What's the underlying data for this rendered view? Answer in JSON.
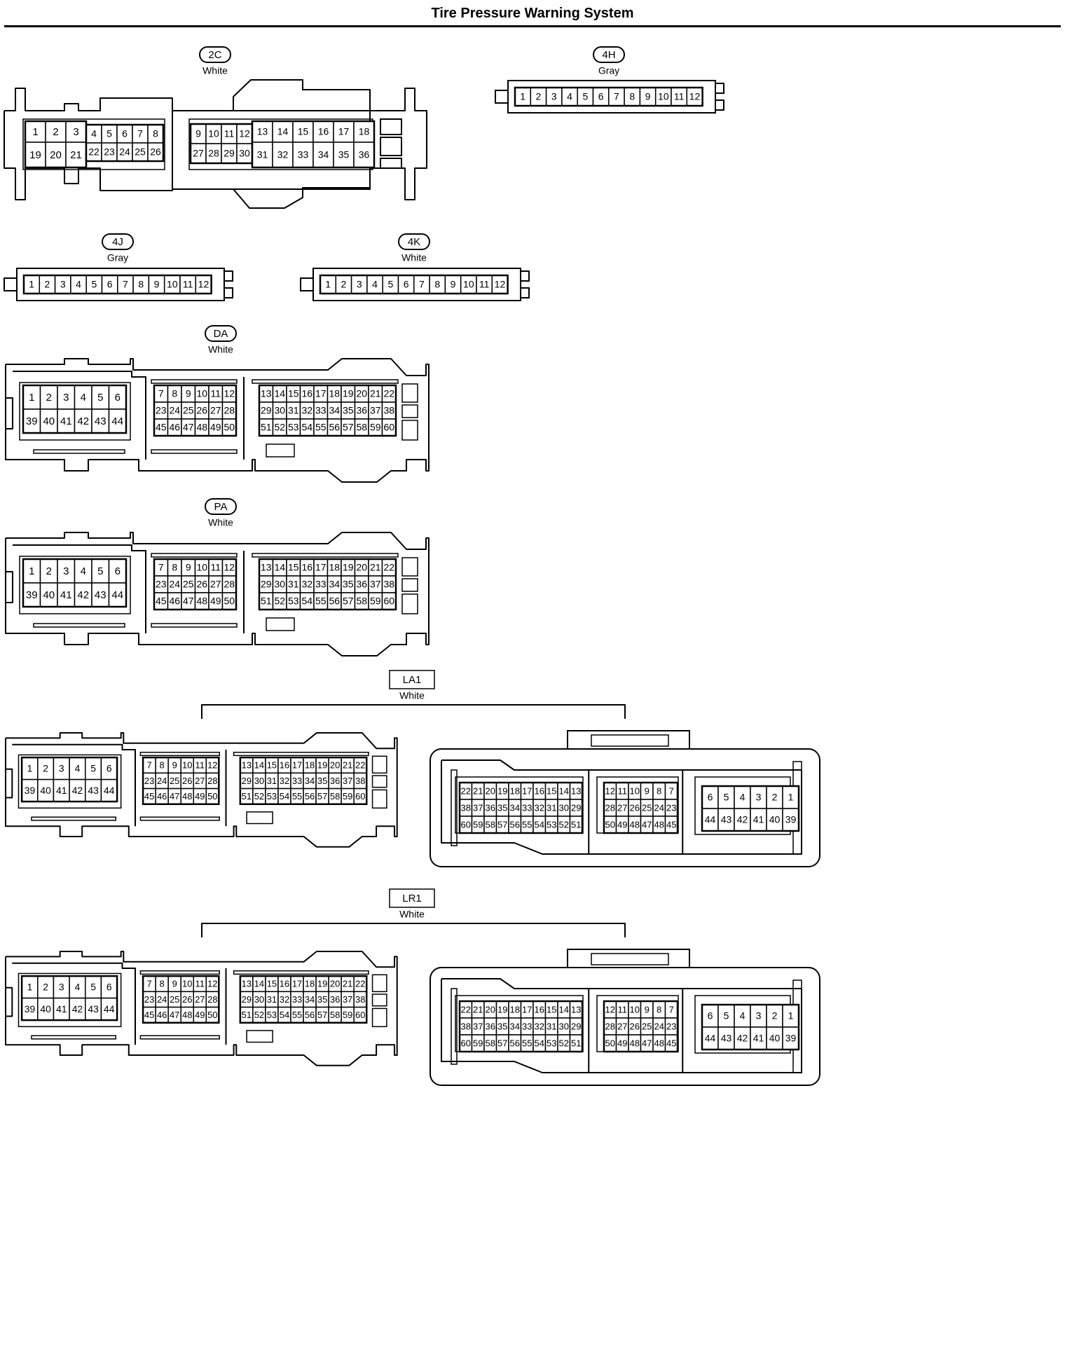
{
  "page": {
    "title": "Tire Pressure Warning System"
  },
  "connectors": [
    {
      "id": "2C",
      "tag_style": "oval",
      "color": "White",
      "groups": [
        {
          "rows": [
            [
              "1",
              "2",
              "3"
            ],
            [
              "19",
              "20",
              "21"
            ]
          ]
        },
        {
          "rows": [
            [
              "4",
              "5",
              "6",
              "7",
              "8"
            ],
            [
              "22",
              "23",
              "24",
              "25",
              "26"
            ]
          ]
        },
        {
          "rows": [
            [
              "9",
              "10",
              "11",
              "12"
            ],
            [
              "27",
              "28",
              "29",
              "30"
            ]
          ]
        },
        {
          "rows": [
            [
              "13",
              "14",
              "15",
              "16",
              "17",
              "18"
            ],
            [
              "31",
              "32",
              "33",
              "34",
              "35",
              "36"
            ]
          ]
        }
      ]
    },
    {
      "id": "4H",
      "tag_style": "oval",
      "color": "Gray",
      "groups": [
        {
          "rows": [
            [
              "1",
              "2",
              "3",
              "4",
              "5",
              "6",
              "7",
              "8",
              "9",
              "10",
              "11",
              "12"
            ]
          ]
        }
      ]
    },
    {
      "id": "4J",
      "tag_style": "oval",
      "color": "Gray",
      "groups": [
        {
          "rows": [
            [
              "1",
              "2",
              "3",
              "4",
              "5",
              "6",
              "7",
              "8",
              "9",
              "10",
              "11",
              "12"
            ]
          ]
        }
      ]
    },
    {
      "id": "4K",
      "tag_style": "oval",
      "color": "White",
      "groups": [
        {
          "rows": [
            [
              "1",
              "2",
              "3",
              "4",
              "5",
              "6",
              "7",
              "8",
              "9",
              "10",
              "11",
              "12"
            ]
          ]
        }
      ]
    },
    {
      "id": "DA",
      "tag_style": "oval",
      "color": "White",
      "layout": "male60",
      "groups": [
        {
          "rows": [
            [
              "1",
              "2",
              "3",
              "4",
              "5",
              "6"
            ],
            [
              "39",
              "40",
              "41",
              "42",
              "43",
              "44"
            ]
          ]
        },
        {
          "rows": [
            [
              "7",
              "8",
              "9",
              "10",
              "11",
              "12"
            ],
            [
              "23",
              "24",
              "25",
              "26",
              "27",
              "28"
            ],
            [
              "45",
              "46",
              "47",
              "48",
              "49",
              "50"
            ]
          ]
        },
        {
          "rows": [
            [
              "13",
              "14",
              "15",
              "16",
              "17",
              "18",
              "19",
              "20",
              "21",
              "22"
            ],
            [
              "29",
              "30",
              "31",
              "32",
              "33",
              "34",
              "35",
              "36",
              "37",
              "38"
            ],
            [
              "51",
              "52",
              "53",
              "54",
              "55",
              "56",
              "57",
              "58",
              "59",
              "60"
            ]
          ]
        }
      ]
    },
    {
      "id": "PA",
      "tag_style": "oval",
      "color": "White",
      "layout": "male60",
      "groups": [
        {
          "rows": [
            [
              "1",
              "2",
              "3",
              "4",
              "5",
              "6"
            ],
            [
              "39",
              "40",
              "41",
              "42",
              "43",
              "44"
            ]
          ]
        },
        {
          "rows": [
            [
              "7",
              "8",
              "9",
              "10",
              "11",
              "12"
            ],
            [
              "23",
              "24",
              "25",
              "26",
              "27",
              "28"
            ],
            [
              "45",
              "46",
              "47",
              "48",
              "49",
              "50"
            ]
          ]
        },
        {
          "rows": [
            [
              "13",
              "14",
              "15",
              "16",
              "17",
              "18",
              "19",
              "20",
              "21",
              "22"
            ],
            [
              "29",
              "30",
              "31",
              "32",
              "33",
              "34",
              "35",
              "36",
              "37",
              "38"
            ],
            [
              "51",
              "52",
              "53",
              "54",
              "55",
              "56",
              "57",
              "58",
              "59",
              "60"
            ]
          ]
        }
      ]
    },
    {
      "id": "LA1",
      "tag_style": "box",
      "color": "White",
      "layout": "pair60",
      "male_groups": [
        {
          "rows": [
            [
              "1",
              "2",
              "3",
              "4",
              "5",
              "6"
            ],
            [
              "39",
              "40",
              "41",
              "42",
              "43",
              "44"
            ]
          ]
        },
        {
          "rows": [
            [
              "7",
              "8",
              "9",
              "10",
              "11",
              "12"
            ],
            [
              "23",
              "24",
              "25",
              "26",
              "27",
              "28"
            ],
            [
              "45",
              "46",
              "47",
              "48",
              "49",
              "50"
            ]
          ]
        },
        {
          "rows": [
            [
              "13",
              "14",
              "15",
              "16",
              "17",
              "18",
              "19",
              "20",
              "21",
              "22"
            ],
            [
              "29",
              "30",
              "31",
              "32",
              "33",
              "34",
              "35",
              "36",
              "37",
              "38"
            ],
            [
              "51",
              "52",
              "53",
              "54",
              "55",
              "56",
              "57",
              "58",
              "59",
              "60"
            ]
          ]
        }
      ],
      "female_groups": [
        {
          "rows": [
            [
              "22",
              "21",
              "20",
              "19",
              "18",
              "17",
              "16",
              "15",
              "14",
              "13"
            ],
            [
              "38",
              "37",
              "36",
              "35",
              "34",
              "33",
              "32",
              "31",
              "30",
              "29"
            ],
            [
              "60",
              "59",
              "58",
              "57",
              "56",
              "55",
              "54",
              "53",
              "52",
              "51"
            ]
          ]
        },
        {
          "rows": [
            [
              "12",
              "11",
              "10",
              "9",
              "8",
              "7"
            ],
            [
              "28",
              "27",
              "26",
              "25",
              "24",
              "23"
            ],
            [
              "50",
              "49",
              "48",
              "47",
              "48",
              "45"
            ]
          ]
        },
        {
          "rows": [
            [
              "6",
              "5",
              "4",
              "3",
              "2",
              "1"
            ],
            [
              "44",
              "43",
              "42",
              "41",
              "40",
              "39"
            ]
          ]
        }
      ]
    },
    {
      "id": "LR1",
      "tag_style": "box",
      "color": "White",
      "layout": "pair60",
      "male_groups": [
        {
          "rows": [
            [
              "1",
              "2",
              "3",
              "4",
              "5",
              "6"
            ],
            [
              "39",
              "40",
              "41",
              "42",
              "43",
              "44"
            ]
          ]
        },
        {
          "rows": [
            [
              "7",
              "8",
              "9",
              "10",
              "11",
              "12"
            ],
            [
              "23",
              "24",
              "25",
              "26",
              "27",
              "28"
            ],
            [
              "45",
              "46",
              "47",
              "48",
              "49",
              "50"
            ]
          ]
        },
        {
          "rows": [
            [
              "13",
              "14",
              "15",
              "16",
              "17",
              "18",
              "19",
              "20",
              "21",
              "22"
            ],
            [
              "29",
              "30",
              "31",
              "32",
              "33",
              "34",
              "35",
              "36",
              "37",
              "38"
            ],
            [
              "51",
              "52",
              "53",
              "54",
              "55",
              "56",
              "57",
              "58",
              "59",
              "60"
            ]
          ]
        }
      ],
      "female_groups": [
        {
          "rows": [
            [
              "22",
              "21",
              "20",
              "19",
              "18",
              "17",
              "16",
              "15",
              "14",
              "13"
            ],
            [
              "38",
              "37",
              "36",
              "35",
              "34",
              "33",
              "32",
              "31",
              "30",
              "29"
            ],
            [
              "60",
              "59",
              "58",
              "57",
              "56",
              "55",
              "54",
              "53",
              "52",
              "51"
            ]
          ]
        },
        {
          "rows": [
            [
              "12",
              "11",
              "10",
              "9",
              "8",
              "7"
            ],
            [
              "28",
              "27",
              "26",
              "25",
              "24",
              "23"
            ],
            [
              "50",
              "49",
              "48",
              "47",
              "48",
              "45"
            ]
          ]
        },
        {
          "rows": [
            [
              "6",
              "5",
              "4",
              "3",
              "2",
              "1"
            ],
            [
              "44",
              "43",
              "42",
              "41",
              "40",
              "39"
            ]
          ]
        }
      ]
    }
  ]
}
